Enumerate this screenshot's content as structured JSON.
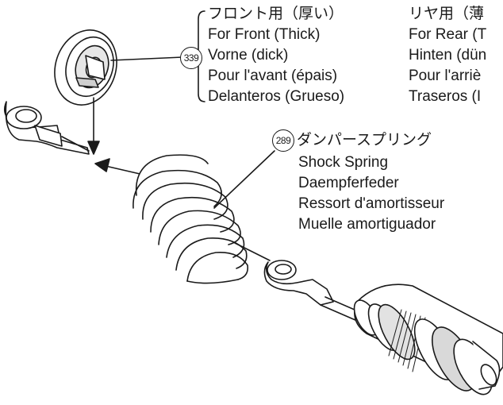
{
  "part_339": {
    "number": "339",
    "lines": [
      "フロント用（厚い）",
      "For Front (Thick)",
      "Vorne (dick)",
      "Pour l'avant (épais)",
      "Delanteros (Grueso)"
    ]
  },
  "part_rear": {
    "lines": [
      "リヤ用（薄",
      "For Rear (T",
      "Hinten (dün",
      "Pour l'arriè",
      "Traseros (I"
    ]
  },
  "part_289": {
    "number": "289",
    "lines": [
      "ダンパースプリング",
      "Shock Spring",
      "Daempferfeder",
      "Ressort d'amortisseur",
      "Muelle amortiguador"
    ]
  },
  "colors": {
    "line": "#1a1a1a",
    "fill": "#ffffff",
    "shade": "#cfcfcf"
  }
}
